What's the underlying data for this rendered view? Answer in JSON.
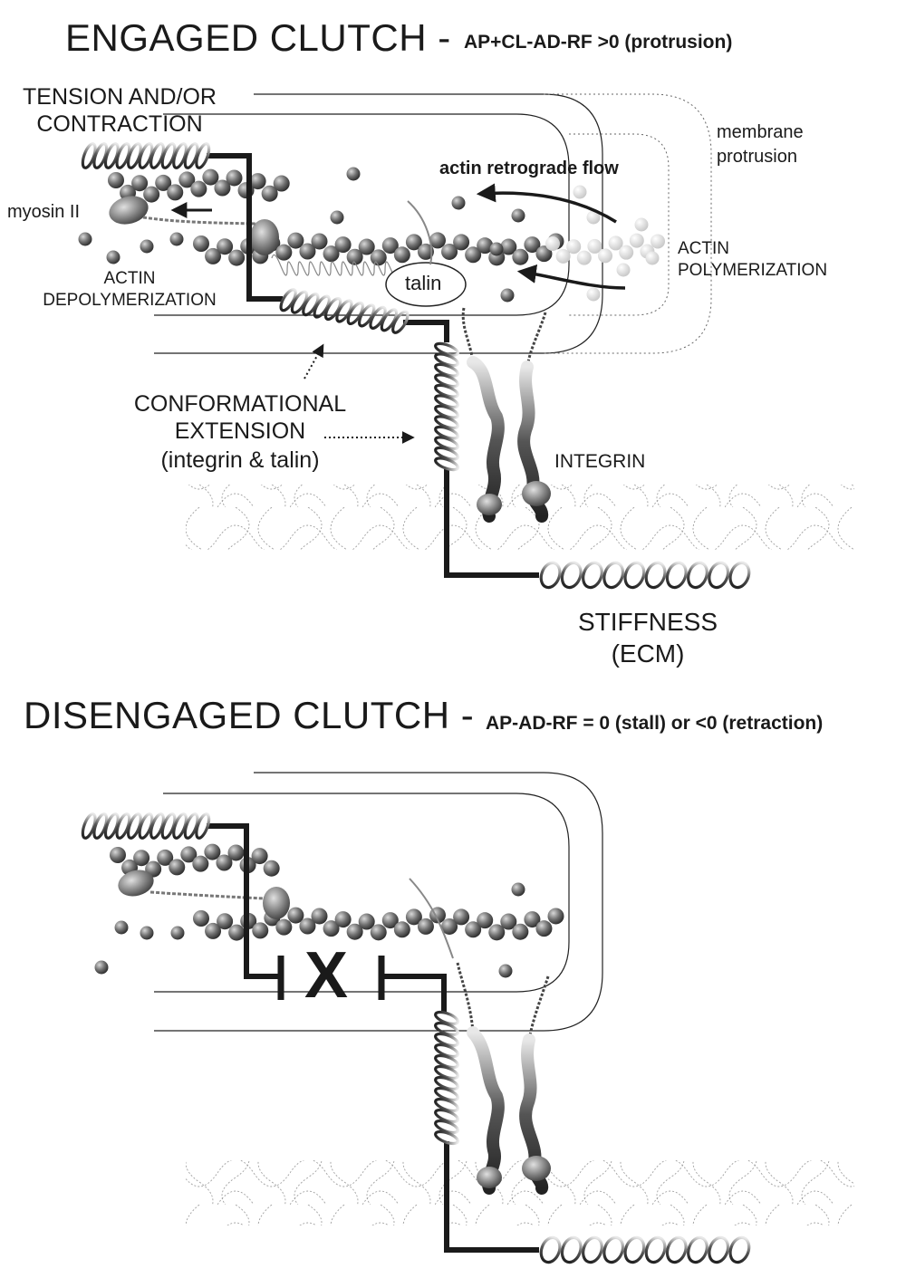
{
  "engaged": {
    "title": "ENGAGED CLUTCH -",
    "equation": "AP+CL-AD-RF >0  (protrusion)",
    "labels": {
      "tension_line1": "TENSION AND/OR",
      "tension_line2": "CONTRACTION",
      "myosin": "myosin II",
      "retrograde": "actin retrograde flow",
      "membrane_line1": "membrane",
      "membrane_line2": "protrusion",
      "polymerization_line1": "ACTIN",
      "polymerization_line2": "POLYMERIZATION",
      "depolymerization_line1": "ACTIN",
      "depolymerization_line2": "DEPOLYMERIZATION",
      "talin": "talin",
      "conformational_line1": "CONFORMATIONAL",
      "conformational_line2": "EXTENSION",
      "conformational_line3": "(integrin & talin)",
      "integrin": "INTEGRIN",
      "stiffness_line1": "STIFFNESS",
      "stiffness_line2": "(ECM)"
    }
  },
  "disengaged": {
    "title": "DISENGAGED CLUTCH -",
    "equation": "AP-AD-RF = 0  (stall) or <0 (retraction)",
    "break_symbol": "X"
  },
  "colors": {
    "ink": "#1a1a1a",
    "actin": "#6b6b6b",
    "monomer": "#707070",
    "faded": "#d4d4d4",
    "ecm": "#9a9a9a"
  }
}
